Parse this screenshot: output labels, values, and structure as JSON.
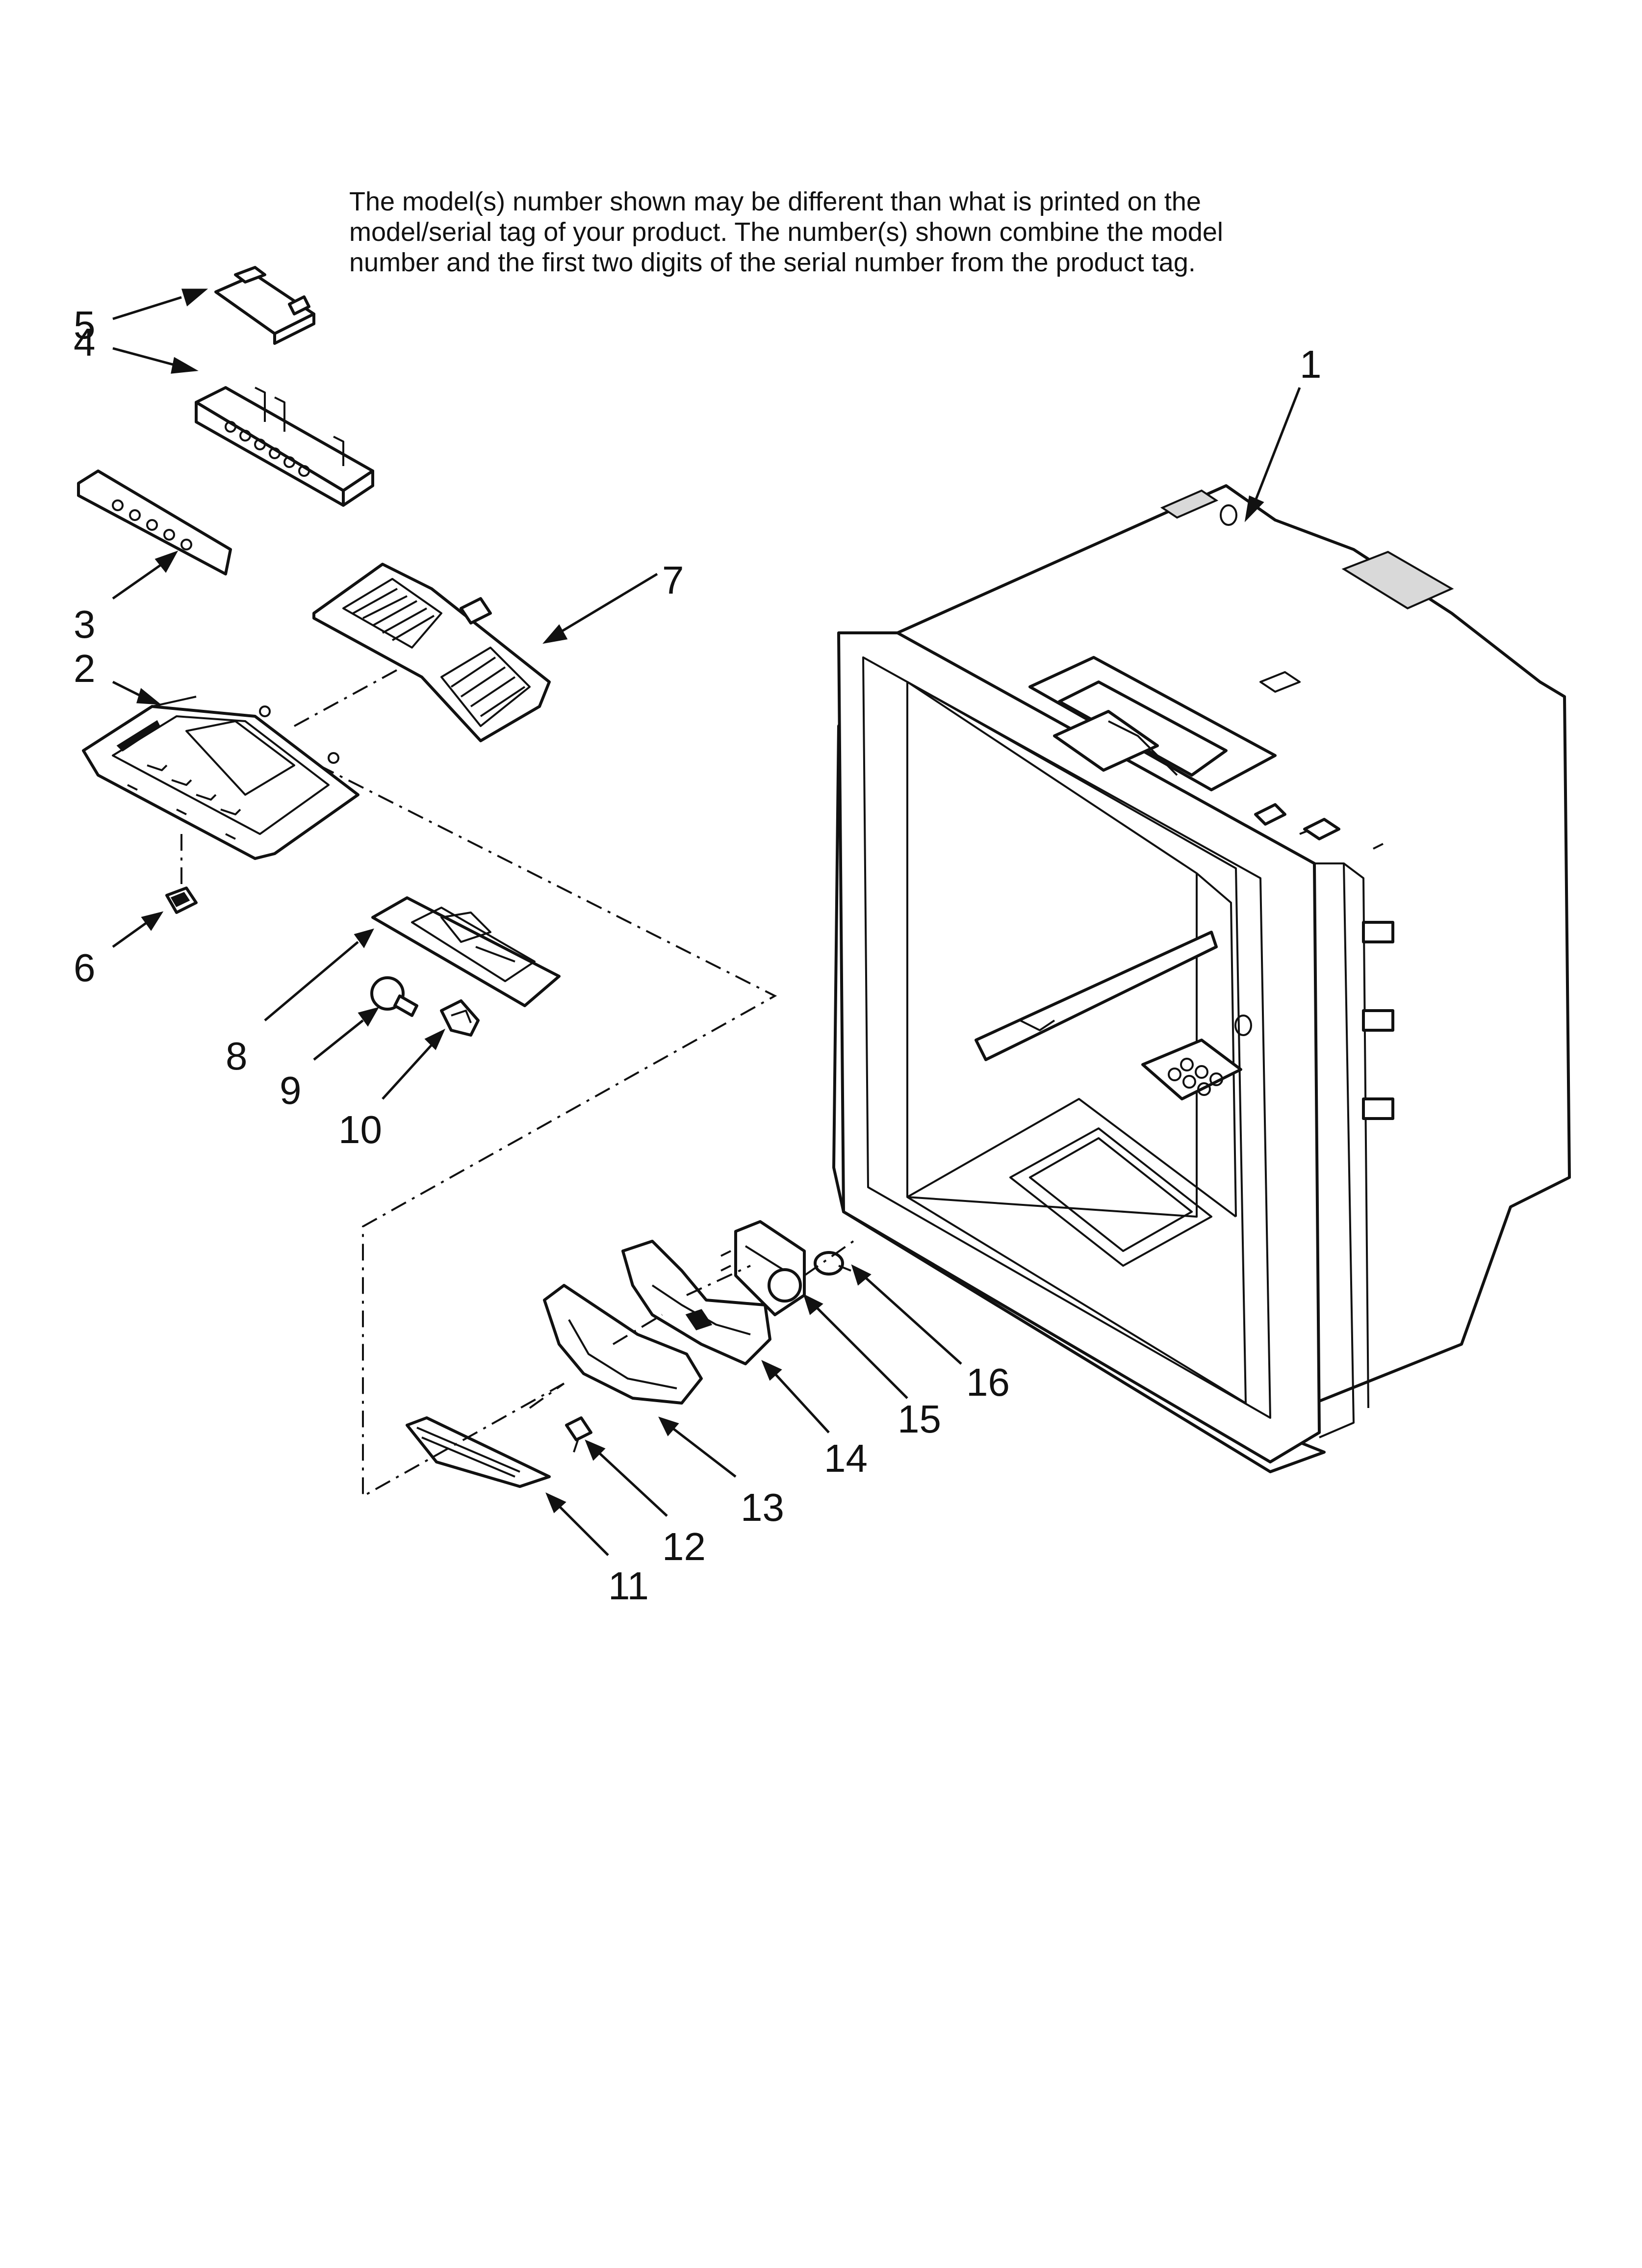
{
  "notice": {
    "lines": [
      "The model(s) number shown may be different than what is printed on the",
      "model/serial tag of your product. The number(s) shown combine the model",
      "number and the first two digits of the serial number from the product tag."
    ]
  },
  "callouts": [
    "1",
    "2",
    "3",
    "4",
    "5",
    "6",
    "7",
    "8",
    "9",
    "10",
    "11",
    "12",
    "13",
    "14",
    "15",
    "16"
  ]
}
